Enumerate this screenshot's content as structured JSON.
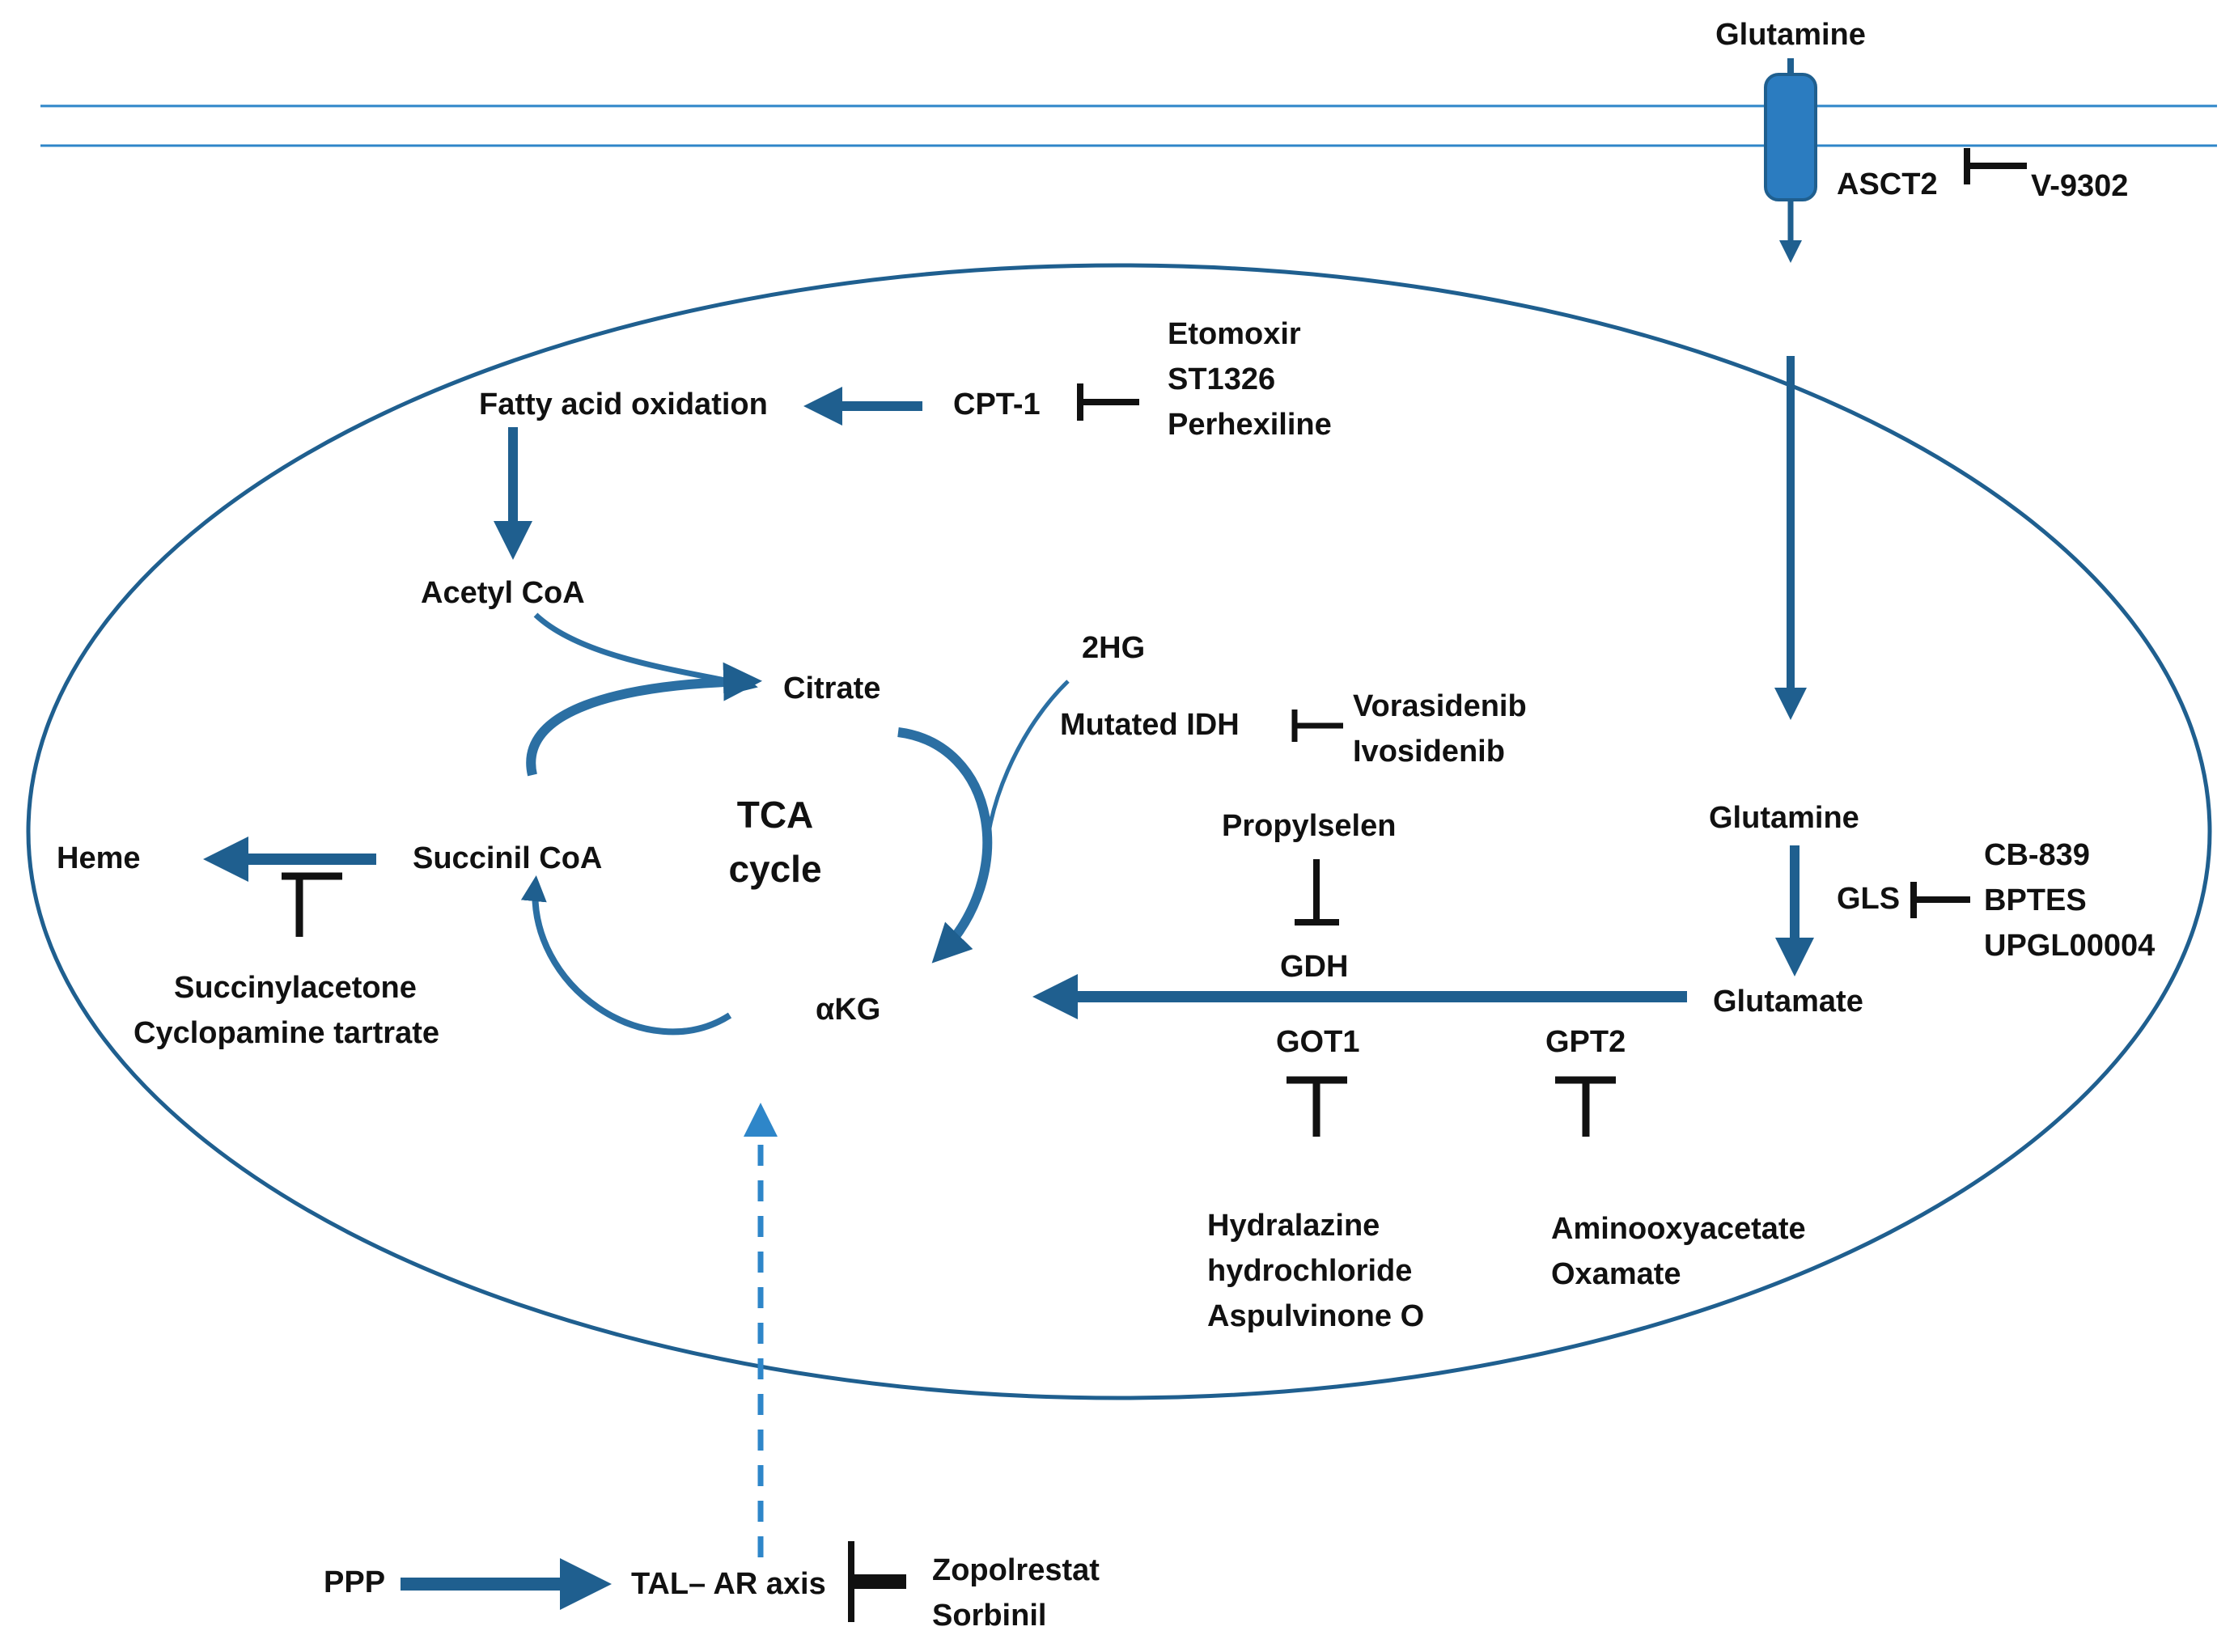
{
  "colors": {
    "membrane": "#2e86c9",
    "arrow": "#1f5f8f",
    "cell": "#1f5f8f",
    "inhibitor": "#111111",
    "text": "#111111"
  },
  "labels": {
    "glutamine_out": "Glutamine",
    "asct2": "ASCT2",
    "v9302": "V-9302",
    "etomoxir": "Etomoxir",
    "st1326": "ST1326",
    "perhexiline": "Perhexiline",
    "cpt1": "CPT-1",
    "fao": "Fatty acid oxidation",
    "acetyl_coa": "Acetyl CoA",
    "citrate": "Citrate",
    "two_hg": "2HG",
    "mutated_idh": "Mutated IDH",
    "vorasidenib": "Vorasidenib",
    "ivosidenib": "Ivosidenib",
    "tca_line1": "TCA",
    "tca_line2": "cycle",
    "heme": "Heme",
    "succinil_coa": "Succinil CoA",
    "succinylacetone": "Succinylacetone",
    "cyclopamine": "Cyclopamine tartrate",
    "akg": "αKG",
    "propylselen": "Propylselen",
    "gdh": "GDH",
    "glutamine_in": "Glutamine",
    "gls": "GLS",
    "cb839": "CB-839",
    "bptes": "BPTES",
    "upgl": "UPGL00004",
    "glutamate": "Glutamate",
    "got1": "GOT1",
    "gpt2": "GPT2",
    "hydralazine": "Hydralazine",
    "hydrochloride": "hydrochloride",
    "aspulvinone": "Aspulvinone O",
    "aminooxyacetate": "Aminooxyacetate",
    "oxamate": "Oxamate",
    "ppp": "PPP",
    "tal_ar": "TAL– AR axis",
    "zopolrestat": "Zopolrestat",
    "sorbinil": "Sorbinil"
  }
}
